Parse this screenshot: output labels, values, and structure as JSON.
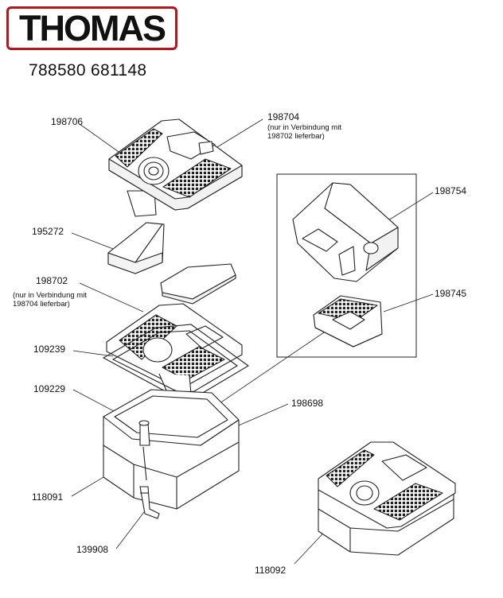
{
  "brand": {
    "logo_text": "THOMAS",
    "brand_color": "#b3171e"
  },
  "document": {
    "number": "788580 681148"
  },
  "parts": {
    "p198706": "198706",
    "p198704": "198704",
    "p198704_note_1": "(nur in Verbindung mit",
    "p198704_note_2": "198702 lieferbar)",
    "p195272": "195272",
    "p198754": "198754",
    "p198702": "198702",
    "p198702_note_1": "(nur in Verbindung mit",
    "p198702_note_2": "198704 lieferbar)",
    "p198745": "198745",
    "p109239": "109239",
    "p109229": "109229",
    "p198698": "198698",
    "p118091": "118091",
    "p139908": "139908",
    "p118092": "118092"
  }
}
